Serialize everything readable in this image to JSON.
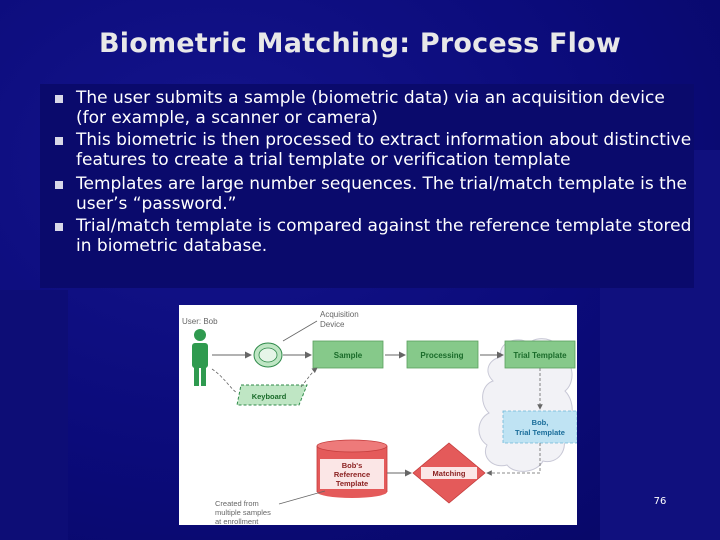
{
  "slide": {
    "title": "Biometric Matching: Process Flow",
    "page_number": "76"
  },
  "bullets": [
    {
      "text": "The user submits a sample (biometric data) via an acquisition device (for example, a scanner or camera)"
    },
    {
      "text": "This biometric is then processed to extract information about distinctive features to create a trial template or verification template"
    },
    {
      "text": "Templates are large number sequences.  The trial/match template is the user’s “password.”"
    },
    {
      "text": "Trial/match template is compared against the reference template stored in biometric database."
    }
  ],
  "diagram": {
    "user_label": "User: Bob",
    "acquisition_device_label": "Acquisition Device",
    "acquisition_line1": "Acquisition",
    "acquisition_line2": "Device",
    "sample_label": "Sample",
    "processing_label": "Processing",
    "trial_template_label": "Trial Template",
    "keyboard_label": "Keyboard",
    "bob_trial_template_line1": "Bob,",
    "bob_trial_template_line2": "Trial Template",
    "reference_line1": "Bob's",
    "reference_line2": "Reference",
    "reference_line3": "Template",
    "matching_label": "Matching",
    "created_from_line1": "Created from",
    "created_from_line2": "multiple samples",
    "created_from_line3": "at enrollment",
    "colors": {
      "process_fill": "#86c98a",
      "process_text": "#1a6b2a",
      "template_fill": "#bfe3f3",
      "template_text": "#1a6d9a",
      "database_fill": "#e45a5a",
      "annotation_text": "#666666",
      "arrow": "#666666"
    }
  }
}
